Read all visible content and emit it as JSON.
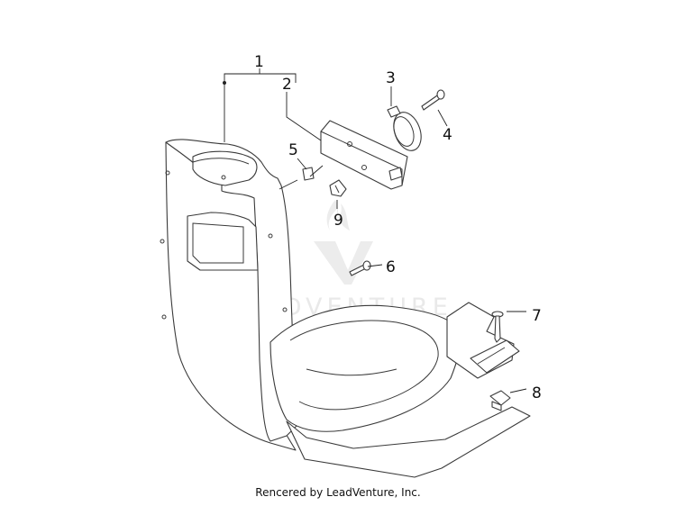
{
  "diagram": {
    "callouts": [
      "1",
      "2",
      "3",
      "4",
      "5",
      "6",
      "7",
      "8",
      "9"
    ]
  },
  "watermark": {
    "brand": "LEADVENTURE"
  },
  "footer": {
    "credit": "Rencered by LeadVenture, Inc."
  }
}
